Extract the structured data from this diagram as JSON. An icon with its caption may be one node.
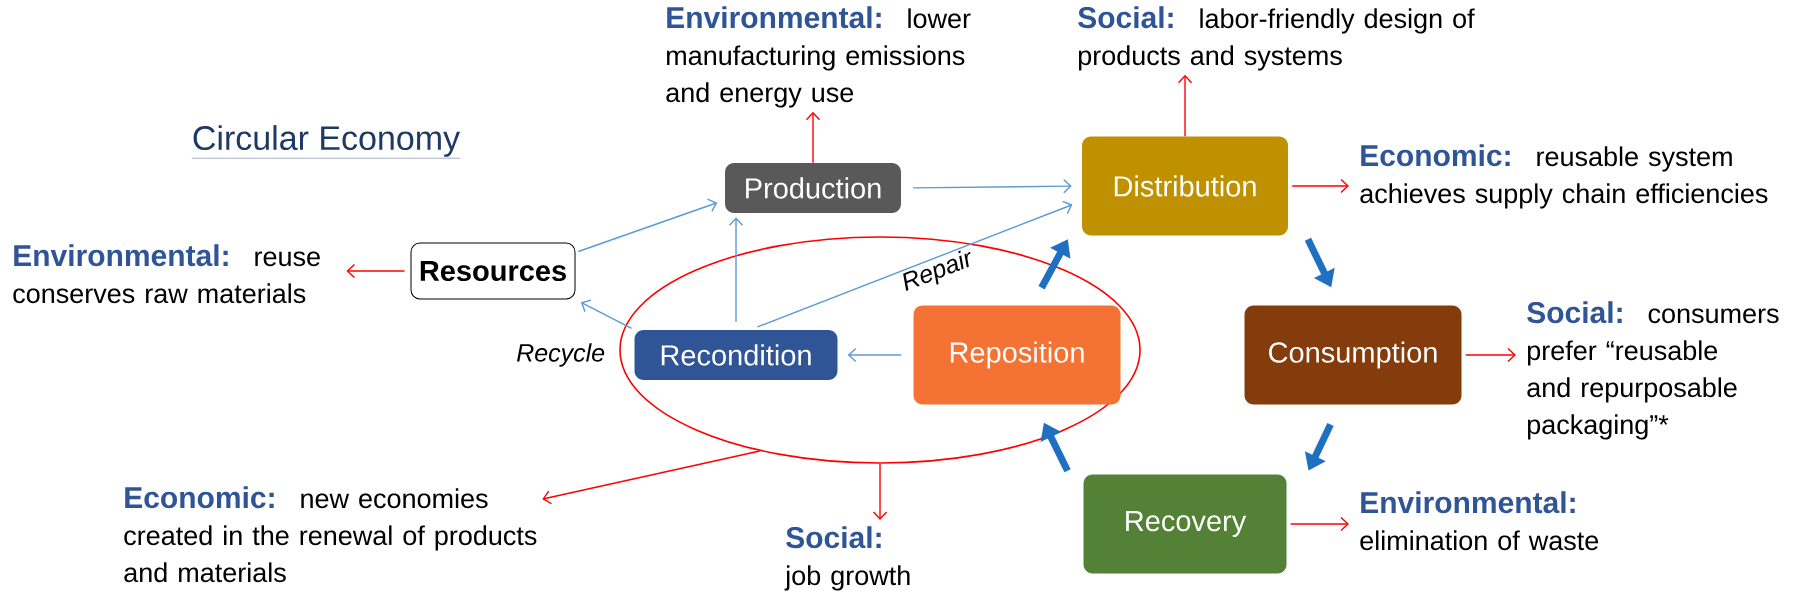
{
  "diagram": {
    "title": "Circular Economy",
    "nodes": [
      {
        "text": [
          "Environmental:",
          "lower manufacturing emissions and energy use"
        ]
      },
      {
        "text": [
          "Social:",
          "labor-friendly design of products and systems"
        ]
      },
      {
        "text": [
          "Production"
        ]
      },
      {
        "text": [
          "Distribution"
        ]
      },
      {
        "text": [
          "Economic:",
          "reusable system achieves supply chain efficiencies"
        ]
      },
      {
        "text": [
          "Resources"
        ]
      },
      {
        "text": [
          "Environmental:",
          "reuse conserves raw materials"
        ]
      },
      {
        "text": [],
        "shape": "ellipse"
      },
      {
        "text": [
          "Recondition"
        ],
        "in": 7
      },
      {
        "text": [
          "Reposition"
        ],
        "in": 7
      },
      {
        "text": [
          "Consumption"
        ]
      },
      {
        "text": [
          "Social:",
          "consumers prefer “reusable and repurposable packaging”*"
        ]
      },
      {
        "text": [
          "Recovery"
        ]
      },
      {
        "text": [
          "Economic:",
          "new economies created in the renewal of products and materials"
        ]
      },
      {
        "text": [
          "Environmental:",
          "elimination of waste"
        ]
      },
      {
        "text": [
          "Social:",
          "job growth"
        ]
      }
    ],
    "edges": [
      {
        "from": 5,
        "to": 2,
        "arrow": "to",
        "color": "#5b9bd5"
      },
      {
        "from": 2,
        "to": 3,
        "arrow": "to",
        "color": "#5b9bd5"
      },
      {
        "from": 8,
        "to": 2,
        "arrow": "to",
        "color": "#5b9bd5"
      },
      {
        "from": 8,
        "to": 3,
        "arrow": "to",
        "label": "Repair",
        "color": "#5b9bd5"
      },
      {
        "from": 8,
        "to": 5,
        "arrow": "to",
        "label": "Recycle",
        "color": "#5b9bd5"
      },
      {
        "from": 9,
        "to": 8,
        "arrow": "to",
        "color": "#5b9bd5"
      },
      {
        "from": 9,
        "to": 3,
        "arrow": "to",
        "style": "thick",
        "color": "#1f70c1"
      },
      {
        "from": 3,
        "to": 10,
        "arrow": "to",
        "style": "thick",
        "color": "#1f70c1"
      },
      {
        "from": 10,
        "to": 12,
        "arrow": "to",
        "style": "thick",
        "color": "#1f70c1"
      },
      {
        "from": 12,
        "to": 9,
        "arrow": "to",
        "style": "thick",
        "color": "#1f70c1"
      },
      {
        "from": 2,
        "to": 0,
        "arrow": "to"
      },
      {
        "from": 3,
        "to": 1,
        "arrow": "to"
      },
      {
        "from": 3,
        "to": 4,
        "arrow": "to"
      },
      {
        "from": 10,
        "to": 11,
        "arrow": "to"
      },
      {
        "from": 12,
        "to": 14,
        "arrow": "to"
      },
      {
        "from": 5,
        "to": 6,
        "arrow": "to"
      },
      {
        "from": 7,
        "to": 13,
        "arrow": "to"
      },
      {
        "from": 7,
        "to": 15,
        "arrow": "to"
      }
    ]
  }
}
